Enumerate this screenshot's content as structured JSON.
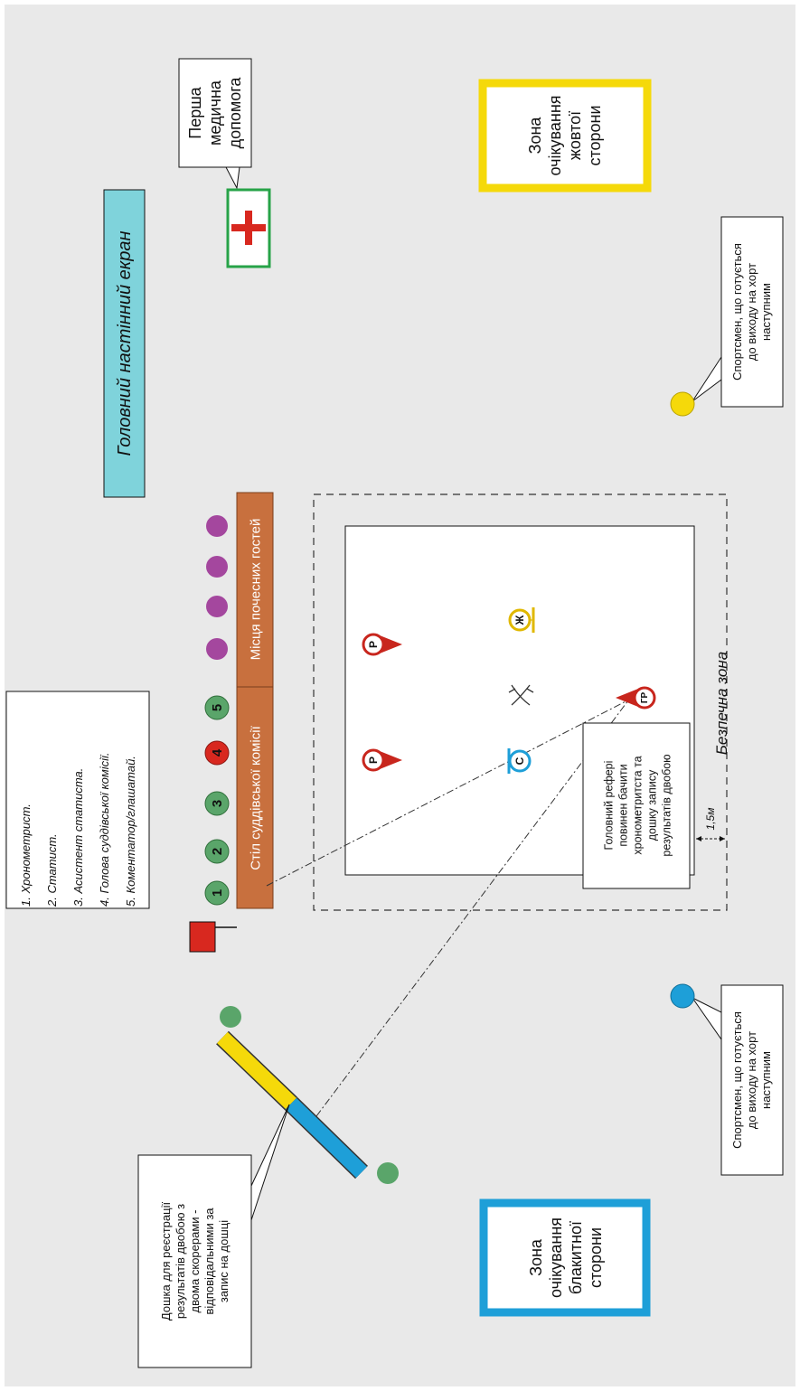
{
  "colors": {
    "background": "#e9e9e9",
    "screen": "#7fd3db",
    "judges_table": "#c8703e",
    "yellow": "#f5d90a",
    "blue": "#1e9fd8",
    "green_circle": "#5aa56a",
    "red_circle": "#d8281f",
    "purple_circle": "#a4479e",
    "red_marker": "#c8261d",
    "first_aid_border": "#27a348",
    "red_flag": "#d8281f"
  },
  "labels": {
    "main_screen": "Головний настінний екран",
    "first_aid": [
      "Перша",
      "медична",
      "допомога"
    ],
    "yellow_zone": [
      "Зона",
      "очікування",
      "жовтої",
      "сторони"
    ],
    "blue_zone": [
      "Зона",
      "очікування",
      "блакитної",
      "сторони"
    ],
    "athlete_note_yellow": [
      "Спортсмен, що готується",
      "до виходу на хорт",
      "наступним"
    ],
    "athlete_note_blue": [
      "Спортсмен, що готується",
      "до виходу на хорт",
      "наступним"
    ],
    "judges_table": "Стіл суддівської комісії",
    "guests": "Місця почесних гостей",
    "safe_zone": "Безпечна зона",
    "distance": "1,5м",
    "referee_note": [
      "Головний рефері",
      "повинен бачити",
      "хронометритста та",
      "дошку запису",
      "результатів двобою"
    ],
    "board_note": [
      "Дошка для реєстрації",
      "результатів двобою з",
      "двома скорерами -",
      "відповідальними за",
      "запис на дошці"
    ],
    "legend": [
      "1. Хронометрист.",
      "2. Статист.",
      "3. Асистент статиста.",
      "4. Голова суддівської комісії.",
      "5. Коментатор/глашатай."
    ],
    "judge_numbers": [
      "1",
      "2",
      "3",
      "4",
      "5"
    ],
    "marker_referee": "Р",
    "marker_chief_referee": "ГР",
    "marker_blue": "С",
    "marker_yellow": "Ж"
  }
}
